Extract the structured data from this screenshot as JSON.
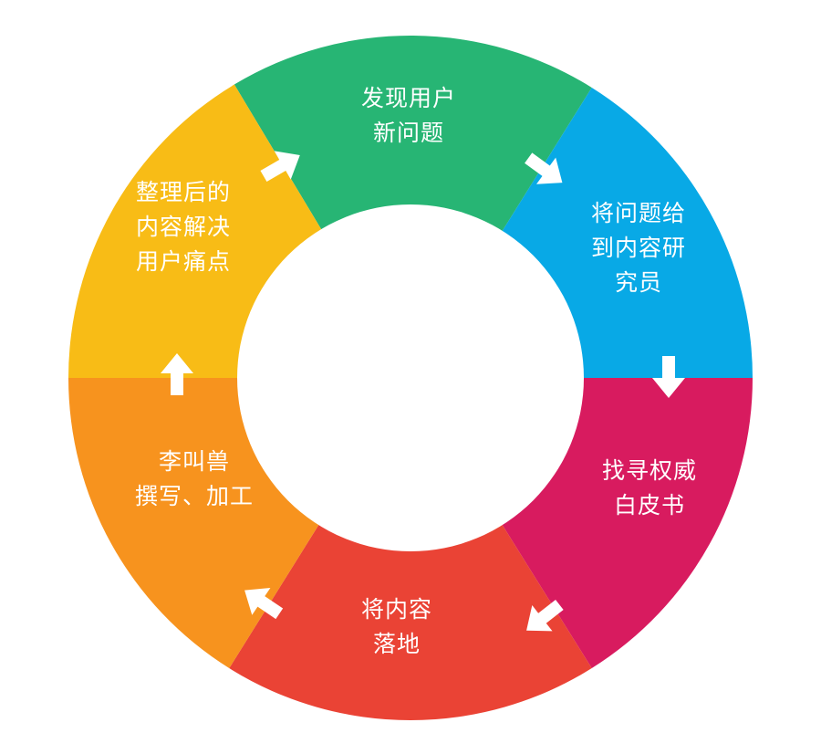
{
  "diagram": {
    "center_fill": "#ffffff",
    "segments": [
      {
        "id": "discover",
        "color": "#27B574",
        "lines": [
          "发现用户",
          "新问题"
        ]
      },
      {
        "id": "assign",
        "color": "#08A9E6",
        "lines": [
          "将问题给",
          "到内容研",
          "究员"
        ]
      },
      {
        "id": "research",
        "color": "#D81B5F",
        "lines": [
          "找寻权威",
          "白皮书"
        ]
      },
      {
        "id": "land",
        "color": "#EA4335",
        "lines": [
          "将内容",
          "落地"
        ]
      },
      {
        "id": "write",
        "color": "#F7931E",
        "lines": [
          "李叫兽",
          "撰写、加工"
        ]
      },
      {
        "id": "solve",
        "color": "#F8BC16",
        "lines": [
          "整理后的",
          "内容解决",
          "用户痛点"
        ]
      }
    ],
    "arrow_color": "#ffffff"
  }
}
